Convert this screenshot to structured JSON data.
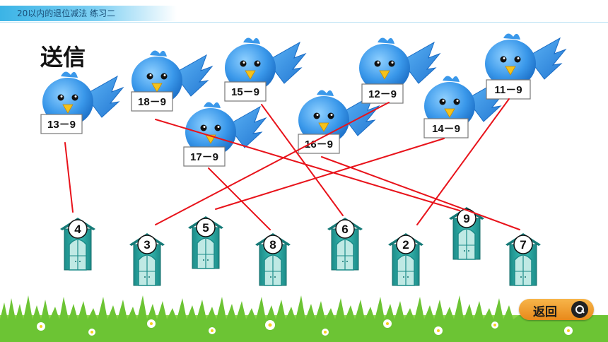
{
  "header": {
    "title": "20以内的退位减法  练习二"
  },
  "page": {
    "title": "送信"
  },
  "birds": [
    {
      "label": "13－9"
    },
    {
      "label": "18－9"
    },
    {
      "label": "17－9"
    },
    {
      "label": "15－9"
    },
    {
      "label": "16－9"
    },
    {
      "label": "12－9"
    },
    {
      "label": "14－9"
    },
    {
      "label": "11－9"
    }
  ],
  "houses": [
    {
      "number": "4"
    },
    {
      "number": "3"
    },
    {
      "number": "5"
    },
    {
      "number": "8"
    },
    {
      "number": "6"
    },
    {
      "number": "2"
    },
    {
      "number": "9"
    },
    {
      "number": "7"
    }
  ],
  "matches": [
    {
      "bird": "13－9",
      "house": "4"
    },
    {
      "bird": "18－9",
      "house": "9"
    },
    {
      "bird": "17－9",
      "house": "8"
    },
    {
      "bird": "15－9",
      "house": "6"
    },
    {
      "bird": "16－9",
      "house": "7"
    },
    {
      "bird": "12－9",
      "house": "3"
    },
    {
      "bird": "14－9",
      "house": "5"
    },
    {
      "bird": "11－9",
      "house": "2"
    }
  ],
  "back_button": {
    "label": "返回",
    "icon": "search-icon"
  },
  "colors": {
    "bird": "#2f8fe3",
    "line": "#e8131b",
    "house": "#1f9a96",
    "grass": "#5bbd2c"
  }
}
